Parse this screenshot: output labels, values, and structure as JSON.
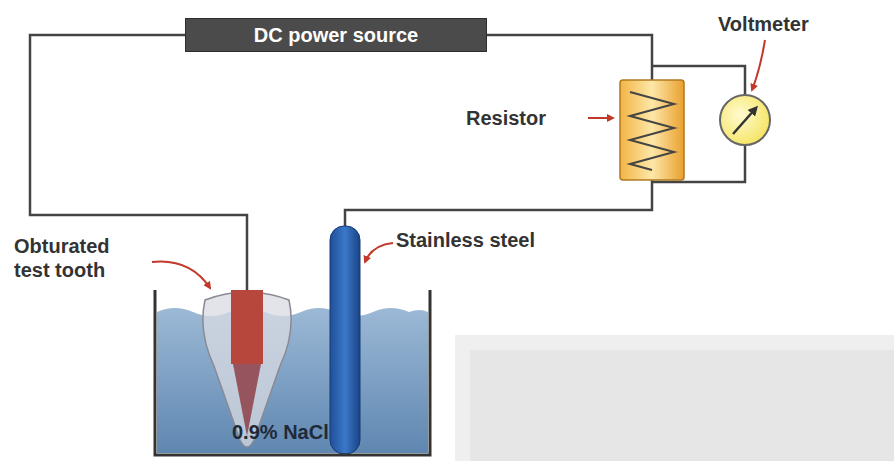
{
  "diagram": {
    "nodes": [
      {
        "text": [
          "DC power source"
        ]
      }
    ],
    "labels": [
      "Voltmeter",
      "Resistor",
      "Obturated test tooth",
      "Stainless steel",
      "0.9% NaCl"
    ]
  }
}
